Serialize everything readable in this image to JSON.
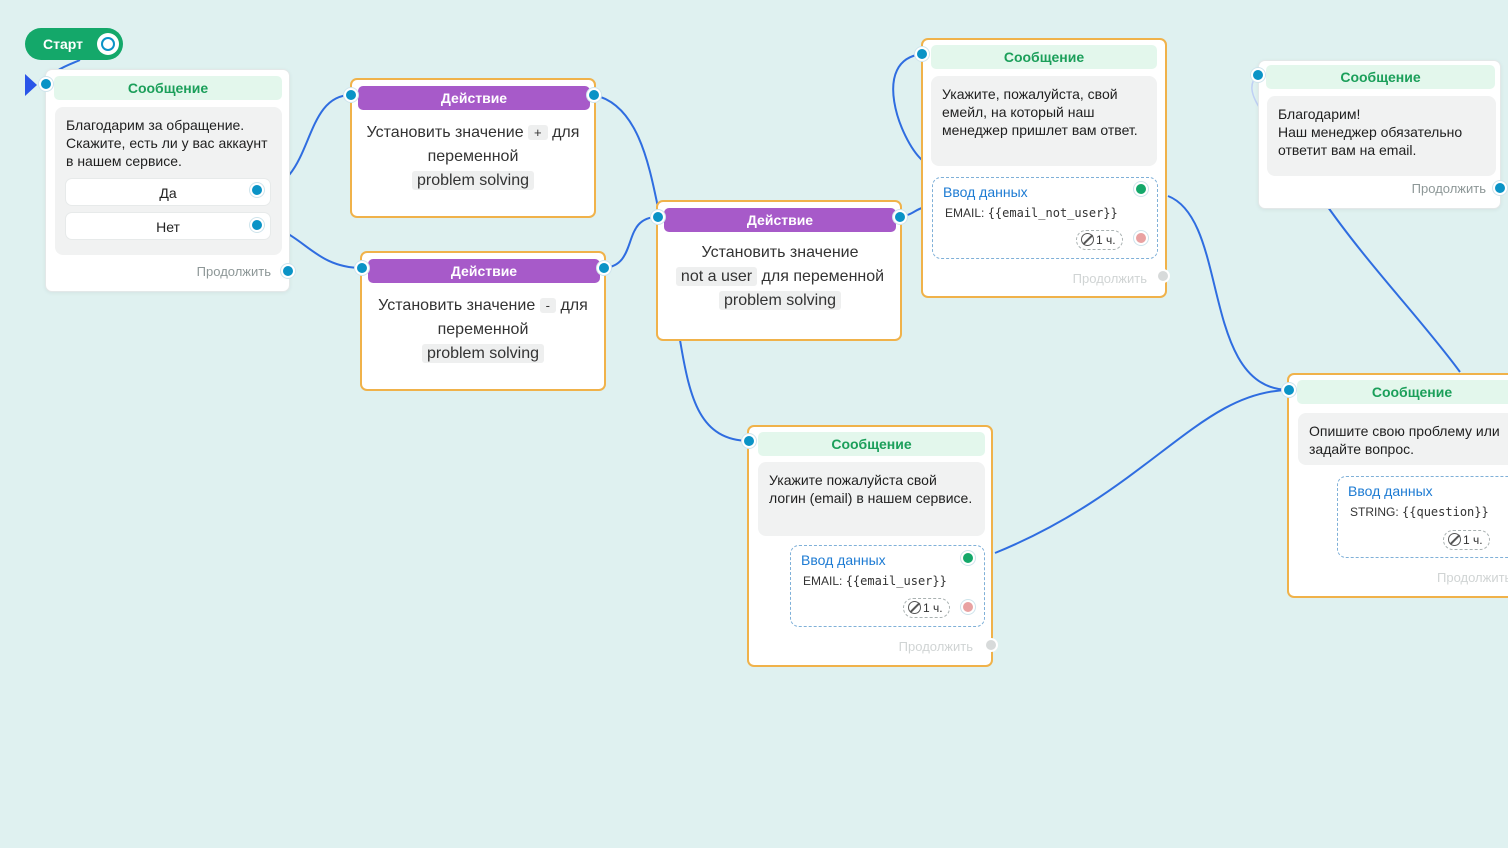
{
  "start": {
    "label": "Старт"
  },
  "labels": {
    "message": "Сообщение",
    "action": "Действие",
    "continue": "Продолжить",
    "input": "Ввод данных",
    "timeout": "1 ч."
  },
  "nodes": {
    "welcome": {
      "text": "Благодарим за обращение. Скажите, есть ли у вас аккаунт в нашем сервисе.",
      "buttons": [
        "Да",
        "Нет"
      ]
    },
    "action_plus": {
      "prefix": "Установить значение",
      "value": "+",
      "suffix": "для переменной",
      "variable": "problem solving"
    },
    "action_minus": {
      "prefix": "Установить значение",
      "value": "-",
      "suffix": "для переменной",
      "variable": "problem solving"
    },
    "action_not_user": {
      "prefix": "Установить значение",
      "value": "not a user",
      "suffix": "для переменной",
      "variable": "problem solving"
    },
    "email_not_user": {
      "text": "Укажите, пожалуйста, свой емейл, на который наш менеджер пришлет вам ответ.",
      "input_type": "EMAIL:",
      "input_var": "{{email_not_user}}"
    },
    "email_user": {
      "text": "Укажите пожалуйста свой логин (email) в нашем сервисе.",
      "input_type": "EMAIL:",
      "input_var": "{{email_user}}"
    },
    "thanks": {
      "text": "Благодарим!\nНаш менеджер обязательно ответит вам на email."
    },
    "question": {
      "text": "Опишите свою проблему или задайте вопрос.",
      "input_type": "STRING:",
      "input_var": "{{question}}"
    }
  },
  "colors": {
    "background": "#dff1f0",
    "message_header": "#1b9f5a",
    "action_header": "#a75ac9",
    "node_border": "#f0b24a",
    "port": "#0a93c6",
    "wire": "#2f6de0",
    "input_link": "#1d7bd3"
  }
}
